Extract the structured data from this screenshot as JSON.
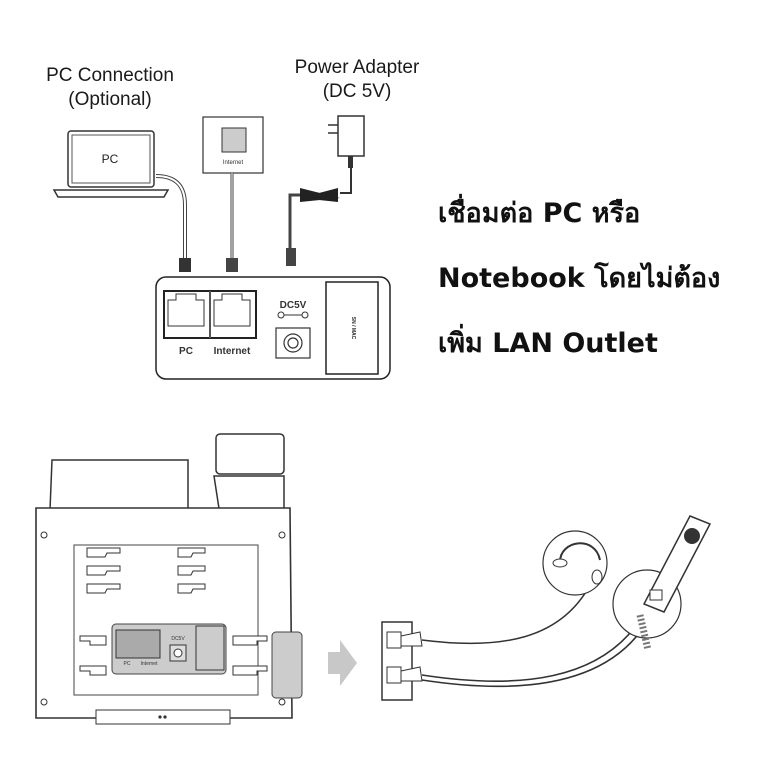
{
  "top_diagram": {
    "pc_connection_label": [
      "PC Connection",
      "(Optional)"
    ],
    "power_adapter_label": [
      "Power Adapter",
      "(DC 5V)"
    ],
    "laptop_screen_text": "PC",
    "wall_jack_text": "Internet",
    "port_labels": {
      "pc": "PC",
      "internet": "Internet",
      "dc": "DC5V",
      "sn_mac": "SN / MAC"
    }
  },
  "caption": {
    "lines": [
      "เชื่อมต่อ PC หรือ",
      "Notebook โดยไม่ต้อง",
      "เพิ่ม LAN Outlet"
    ]
  },
  "bottom_diagram": {
    "port_labels": {
      "pc": "PC",
      "internet": "Internet",
      "dc": "DC5V"
    },
    "arrow": "right-arrow",
    "accent_gray": "#c8c8c8"
  }
}
